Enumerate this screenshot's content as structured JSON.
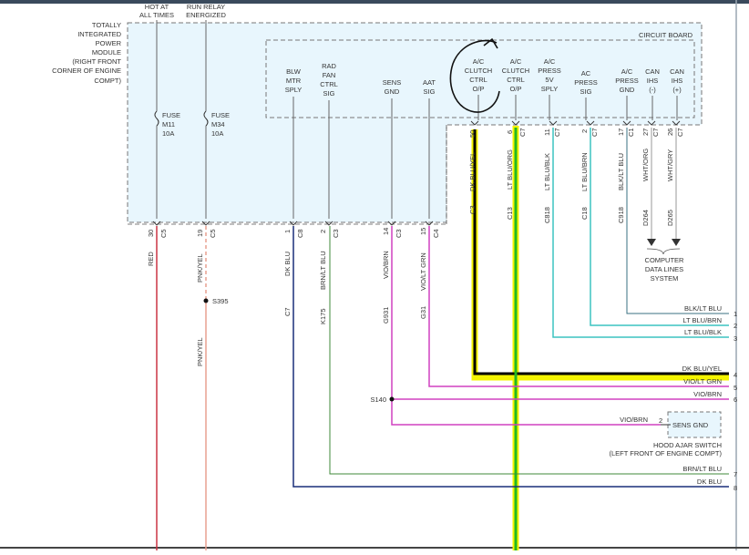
{
  "colors": {
    "module_fill": "#e8f6fd",
    "border_dash": "#777777",
    "red": "#cc3344",
    "pink_yellow": "#e8a090",
    "dark_blue": "#1a2f7a",
    "brown_lt_blue": "#3f8a3a",
    "violet": "#d040c0",
    "lt_blue": "#3cc4c0",
    "highlight": "#f4f400",
    "green": "#22b822",
    "wire_black": "#000000"
  },
  "module": {
    "name_lines": [
      "TOTALLY",
      "INTEGRATED",
      "POWER",
      "MODULE",
      "(RIGHT FRONT",
      "CORNER OF ENGINE",
      "COMPT)"
    ],
    "hot_label_lines": [
      "HOT AT",
      "ALL TIMES"
    ],
    "relay_label_lines": [
      "RUN RELAY",
      "ENERGIZED"
    ],
    "fuse1_lines": [
      "FUSE",
      "M11",
      "10A"
    ],
    "fuse2_lines": [
      "FUSE",
      "M34",
      "10A"
    ]
  },
  "circuit_board": {
    "title": "CIRCUIT BOARD",
    "pins": [
      {
        "lines": [
          "BLW",
          "MTR",
          "SPLY"
        ]
      },
      {
        "lines": [
          "RAD",
          "FAN",
          "CTRL",
          "SIG"
        ]
      },
      {
        "lines": [
          "SENS",
          "GND"
        ]
      },
      {
        "lines": [
          "AAT",
          "SIG"
        ]
      },
      {
        "lines": [
          "A/C",
          "CLUTCH",
          "CTRL",
          "O/P"
        ]
      },
      {
        "lines": [
          "A/C",
          "CLUTCH",
          "CTRL",
          "O/P"
        ]
      },
      {
        "lines": [
          "A/C",
          "PRESS",
          "5V",
          "SPLY"
        ]
      },
      {
        "lines": [
          "AC",
          "PRESS",
          "SIG"
        ]
      },
      {
        "lines": [
          "A/C",
          "PRESS",
          "GND"
        ]
      },
      {
        "lines": [
          "CAN",
          "IHS",
          "(-)"
        ]
      },
      {
        "lines": [
          "CAN",
          "IHS",
          "(+)"
        ]
      }
    ]
  },
  "bottom_connectors": [
    {
      "pin": "30",
      "conn": "C5",
      "color_code": "RED",
      "circuit": ""
    },
    {
      "pin": "19",
      "conn": "C5",
      "color_code": "PNK/YEL",
      "circuit": ""
    },
    {
      "pin": "1",
      "conn": "C8",
      "color_code": "DK BLU",
      "circuit": "C7"
    },
    {
      "pin": "2",
      "conn": "C3",
      "color_code": "BRN/LT BLU",
      "circuit": "K175"
    },
    {
      "pin": "14",
      "conn": "C3",
      "color_code": "VIO/BRN",
      "circuit": "G931"
    },
    {
      "pin": "15",
      "conn": "C4",
      "color_code": "VIO/LT GRN",
      "circuit": "G31"
    }
  ],
  "right_connectors": [
    {
      "pin": "50",
      "conn": "C3",
      "color_code": "DK BLU/YEL",
      "circuit": "C3"
    },
    {
      "pin": "6",
      "conn": "C7",
      "color_code": "LT BLU/ORG",
      "circuit": "C13"
    },
    {
      "pin": "11",
      "conn": "C7",
      "color_code": "LT BLU/BLK",
      "circuit": "C818"
    },
    {
      "pin": "2",
      "conn": "C7",
      "color_code": "LT BLU/BRN",
      "circuit": "C18"
    },
    {
      "pin": "17",
      "conn": "C1",
      "color_code": "BLK/LT BLU",
      "circuit": "C918"
    },
    {
      "pin": "27",
      "conn": "C7",
      "color_code": "WHT/ORG",
      "circuit": "D264"
    },
    {
      "pin": "26",
      "conn": "C7",
      "color_code": "WHT/GRY",
      "circuit": "D265"
    }
  ],
  "splices": {
    "s395": "S395",
    "pnk_lower": "PNK/YEL",
    "s140": "S140"
  },
  "computer_lines": [
    "COMPUTER",
    "DATA LINES",
    "SYSTEM"
  ],
  "right_edge_wires": [
    {
      "label": "BLK/LT BLU",
      "num": "1"
    },
    {
      "label": "LT BLU/BRN",
      "num": "2"
    },
    {
      "label": "LT BLU/BLK",
      "num": "3"
    },
    {
      "label": "DK BLU/YEL",
      "num": "4"
    },
    {
      "label": "VIO/LT GRN",
      "num": "5"
    },
    {
      "label": "VIO/BRN",
      "num": "6"
    },
    {
      "label": "BRN/LT BLU",
      "num": "7"
    },
    {
      "label": "DK BLU",
      "num": "8"
    }
  ],
  "hood_switch": {
    "wire_label": "VIO/BRN",
    "pin": "2",
    "label": "SENS GND",
    "caption_lines": [
      "HOOD AJAR SWITCH",
      "(LEFT FRONT OF ENGINE COMPT)"
    ]
  }
}
